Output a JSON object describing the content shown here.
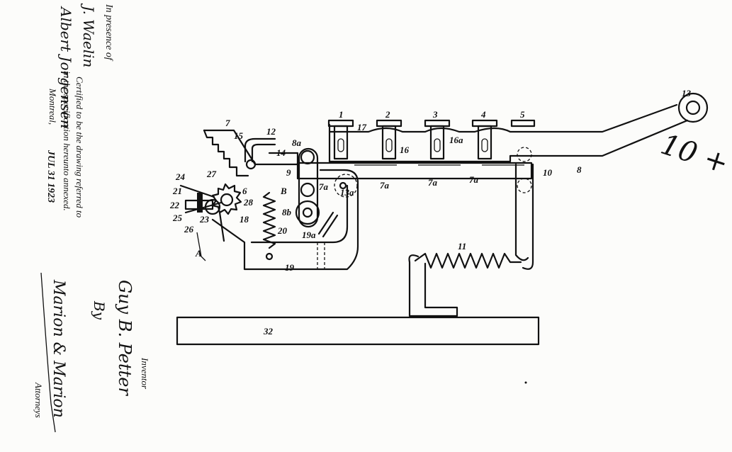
{
  "witness": {
    "heading": "In presence of",
    "signature_1": "J. Waelin",
    "signature_2": "Albert Jorgensen"
  },
  "certificate": {
    "line_1": "Certified to be the drawing referred to",
    "line_2": "in the specification hereunto annexed.",
    "place": "Montreal,",
    "date": "JUL 31 1923"
  },
  "inventor": {
    "label": "Inventor",
    "name": "Guy B. Petter",
    "by": "By",
    "attorneys_signature": "Marion & Marion",
    "attorneys_label": "Attorneys"
  },
  "annotation": "10 +",
  "labels": {
    "n1": "1",
    "n2": "2",
    "n3": "3",
    "n4": "4",
    "n5": "5",
    "n6": "6",
    "n7": "7",
    "n8": "8",
    "n9": "9",
    "n10": "10",
    "n11": "11",
    "n12": "12",
    "n13": "13",
    "n14": "14",
    "n15": "15",
    "n16": "16",
    "n16a": "16a",
    "n17": "17",
    "n18": "18",
    "n19": "19",
    "n19a": "19a",
    "n20": "20",
    "n21": "21",
    "n22": "22",
    "n23": "23",
    "n24": "24",
    "n25": "25",
    "n26": "26",
    "n27": "27",
    "n28": "28",
    "n7a1": "7a",
    "n7a2": "7a",
    "n7a3": "7a",
    "n7a4": "7a",
    "n8a": "8a",
    "n8b": "8b",
    "n13a": "13a",
    "nB": "B",
    "nA": "A",
    "n32": "32"
  }
}
